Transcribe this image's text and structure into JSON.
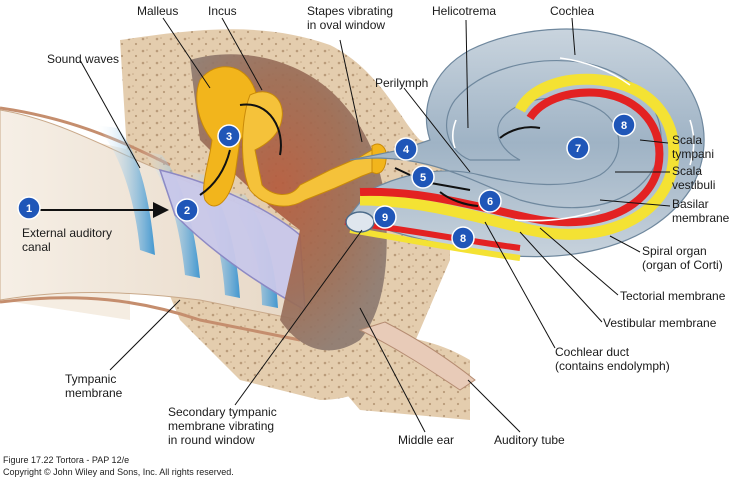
{
  "labels": {
    "malleus": "Malleus",
    "incus": "Incus",
    "stapes": [
      "Stapes vibrating",
      "in oval window"
    ],
    "helicotrema": "Helicotrema",
    "cochlea": "Cochlea",
    "sound_waves": "Sound waves",
    "perilymph": "Perilymph",
    "scala_tympani": [
      "Scala",
      "tympani"
    ],
    "scala_vestibuli": [
      "Scala",
      "vestibuli"
    ],
    "basilar_membrane": [
      "Basilar",
      "membrane"
    ],
    "external_auditory_canal": [
      "External auditory",
      "canal"
    ],
    "spiral_organ": [
      "Spiral organ",
      "(organ of Corti)"
    ],
    "tectorial_membrane": "Tectorial membrane",
    "vestibular_membrane": "Vestibular membrane",
    "cochlear_duct": [
      "Cochlear duct",
      "(contains endolymph)"
    ],
    "tympanic_membrane": [
      "Tympanic",
      "membrane"
    ],
    "secondary_tympanic": [
      "Secondary tympanic",
      "membrane vibrating",
      "in round window"
    ],
    "middle_ear": "Middle ear",
    "auditory_tube": "Auditory tube"
  },
  "steps": [
    "1",
    "2",
    "3",
    "4",
    "5",
    "6",
    "7",
    "8",
    "8",
    "9"
  ],
  "caption": {
    "line1": "Figure 17.22  Tortora - PAP 12/e",
    "line2": "Copyright © John Wiley and Sons, Inc. All rights reserved."
  },
  "colors": {
    "step_marker": "#1f56b8",
    "ossicles": "#f2b51c",
    "basilar_red": "#e32222",
    "spiral_yellow": "#f4e233",
    "canal_blue": "#a9bccd",
    "bone": "#e2c9a8"
  }
}
